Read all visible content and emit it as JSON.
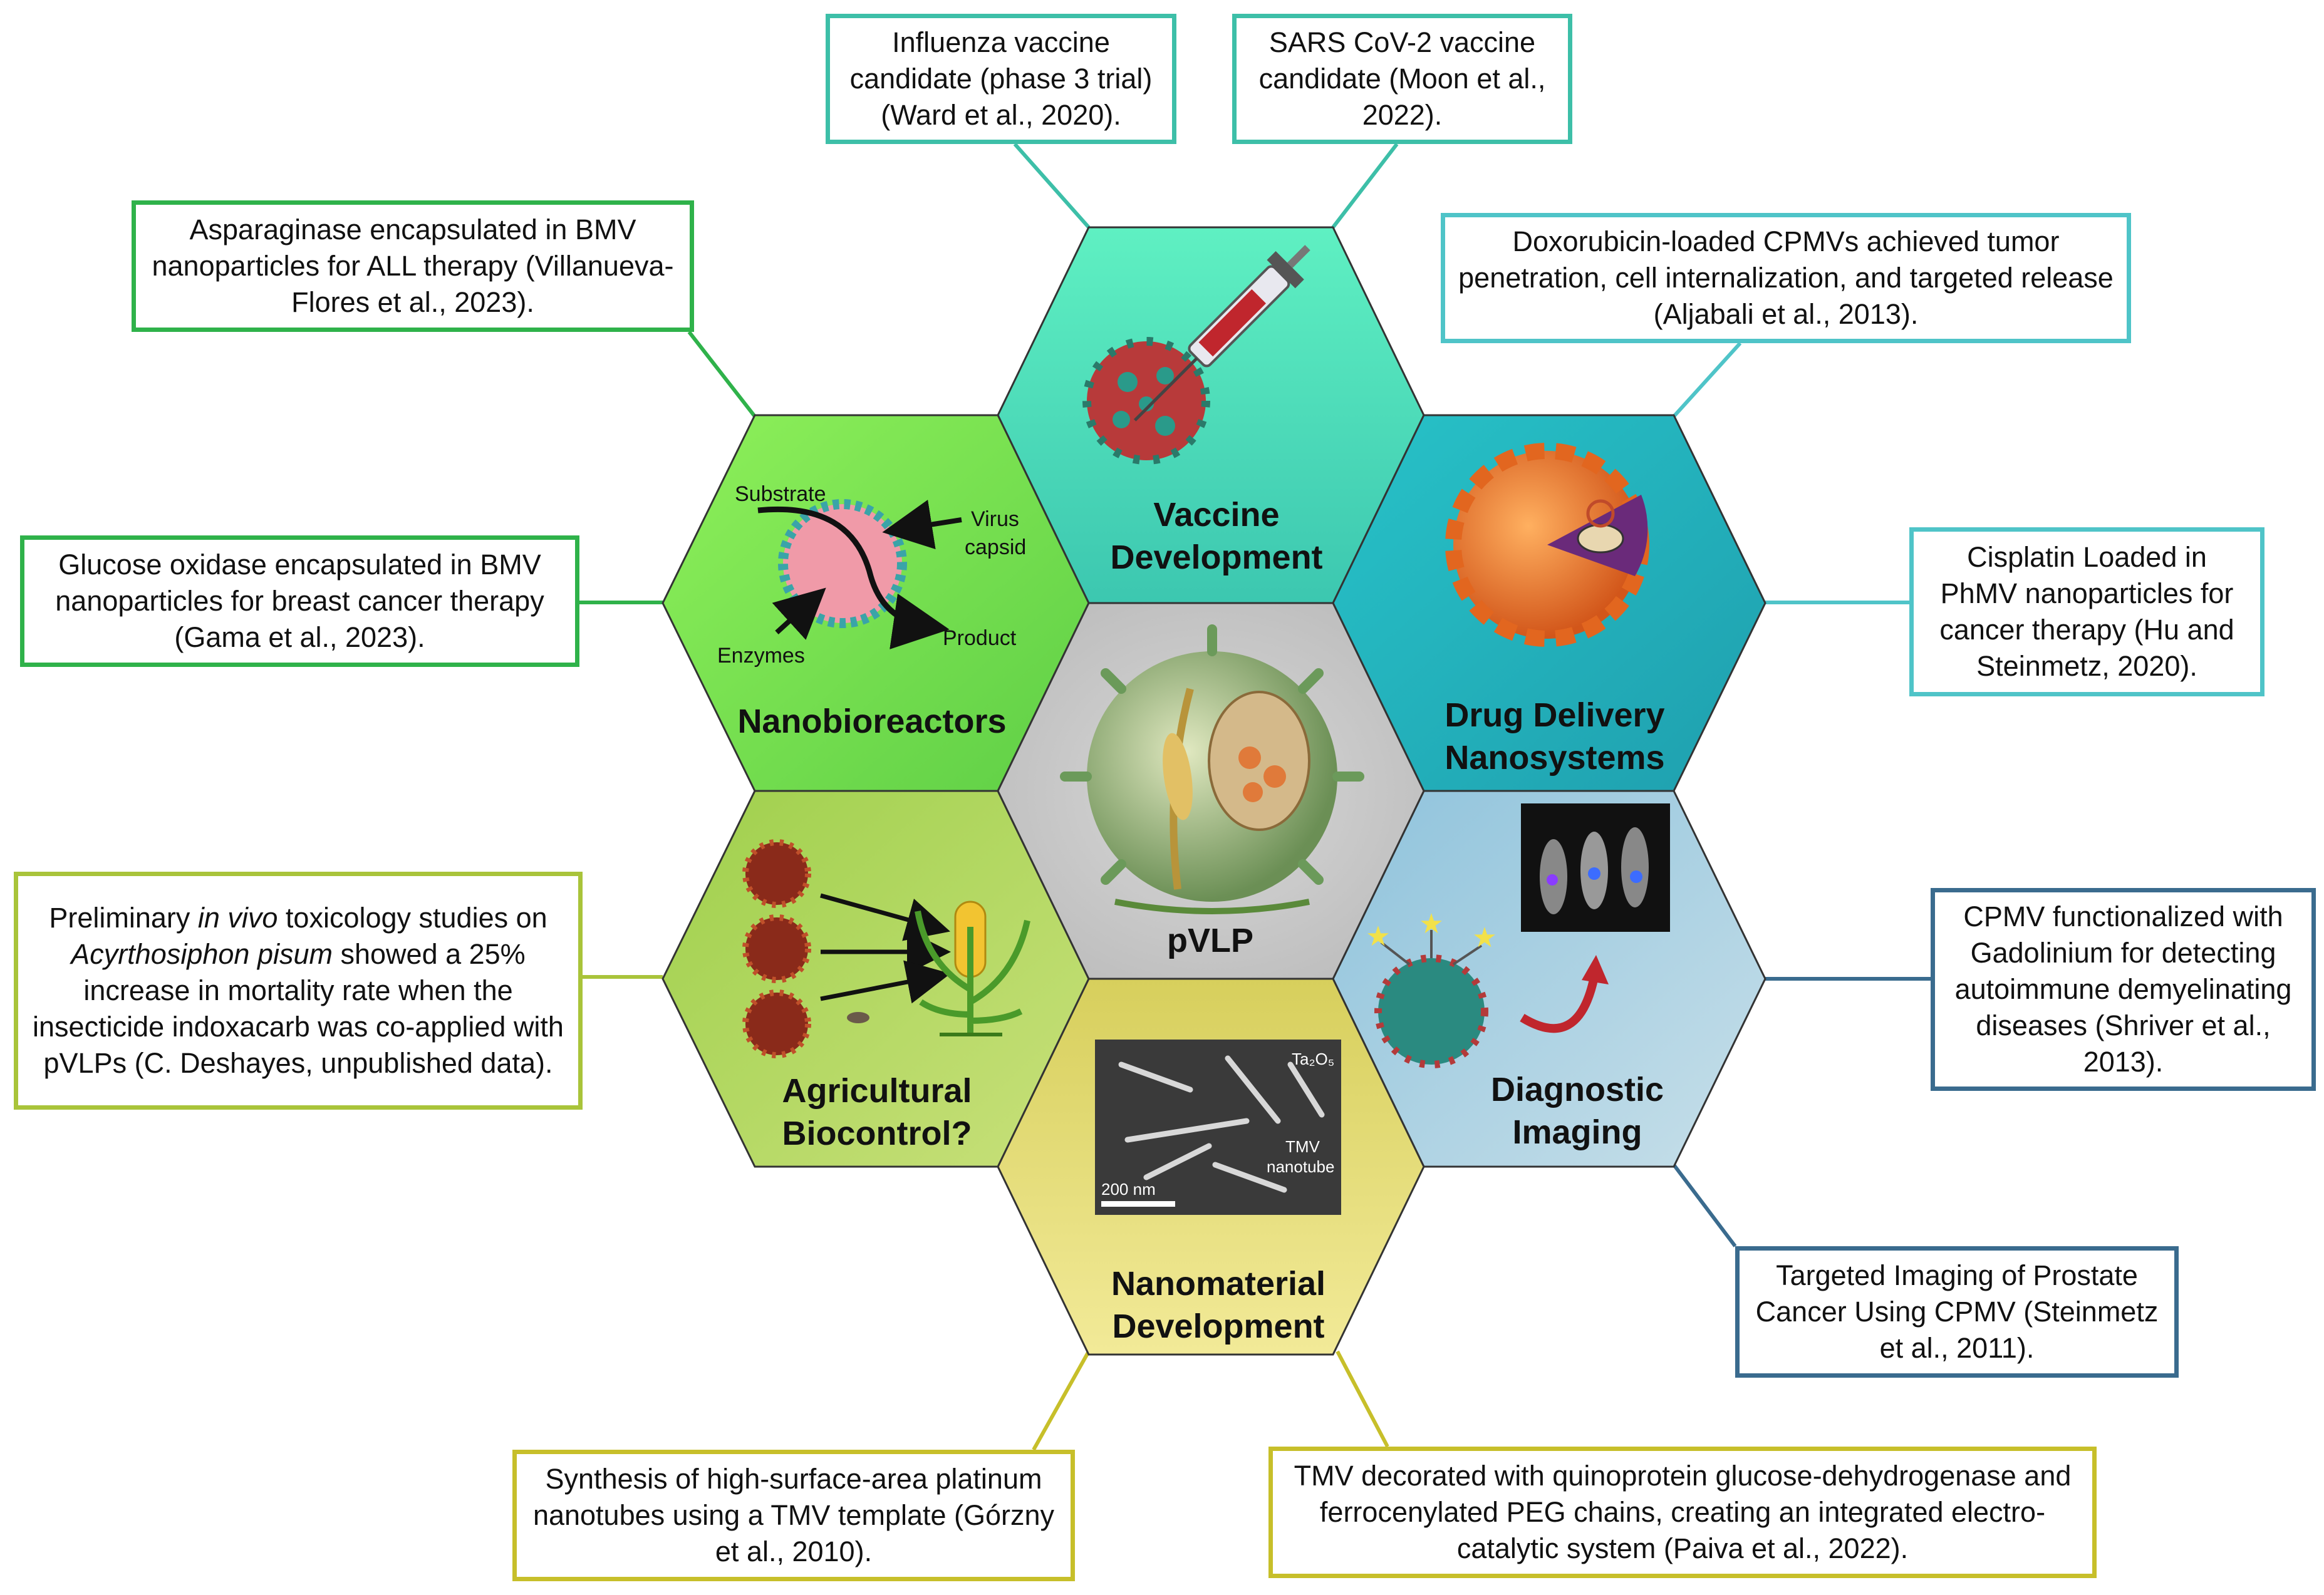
{
  "center": {
    "title": "pVLP"
  },
  "hexagons": {
    "vaccine": {
      "label_line1": "Vaccine",
      "label_line2": "Development",
      "color": "#4fdcb8"
    },
    "drug": {
      "label_line1": "Drug Delivery",
      "label_line2": "Nanosystems",
      "color": "#2fb9c0"
    },
    "diagnostic": {
      "label_line1": "Diagnostic",
      "label_line2": "Imaging",
      "color": "#9ec9de"
    },
    "nanomaterial": {
      "label_line1": "Nanomaterial",
      "label_line2": "Development",
      "color": "#e4dc7a"
    },
    "agricultural": {
      "label_line1": "Agricultural",
      "label_line2": "Biocontrol?",
      "color": "#b2d85a"
    },
    "nanobioreactor": {
      "label_line1": "Nanobioreactors",
      "color": "#7fdc58",
      "diagram": {
        "substrate": "Substrate",
        "virus_line1": "Virus",
        "virus_line2": "capsid",
        "enzymes": "Enzymes",
        "product": "Product"
      }
    }
  },
  "micrograph": {
    "label_ta": "Ta₂O₅",
    "label_tmv1": "TMV",
    "label_tmv2": "nanotube",
    "scale": "200 nm"
  },
  "boxes": {
    "influenza": {
      "text": "Influenza vaccine candidate (phase 3 trial) (Ward et al., 2020).",
      "color": "#3dbfa8"
    },
    "sars": {
      "text": "SARS CoV-2 vaccine candidate (Moon et al., 2022).",
      "color": "#3dbfa8"
    },
    "doxorubicin": {
      "text": "Doxorubicin-loaded CPMVs achieved tumor penetration, cell internalization, and targeted release (Aljabali et al., 2013).",
      "color": "#4fc4c8"
    },
    "cisplatin": {
      "text": "Cisplatin Loaded in PhMV nanoparticles for cancer therapy (Hu and Steinmetz, 2020).",
      "color": "#4fc4c8"
    },
    "cpmv_gd": {
      "text": "CPMV functionalized with Gadolinium for detecting autoimmune demyelinating diseases (Shriver et al., 2013).",
      "color": "#3a6b8e"
    },
    "prostate": {
      "text": "Targeted Imaging of Prostate Cancer Using CPMV (Steinmetz et al., 2011).",
      "color": "#3a6b8e"
    },
    "tmv_gdh": {
      "text": "TMV decorated with quinoprotein glucose-dehydrogenase and ferrocenylated PEG chains, creating an integrated electro-catalytic system (Paiva et al., 2022).",
      "color": "#c7bf2a"
    },
    "platinum": {
      "text": "Synthesis of high-surface-area platinum nanotubes using a TMV template (Górzny et al., 2010).",
      "color": "#c7bf2a"
    },
    "agri_tox": {
      "pre": "Preliminary ",
      "em1": "in vivo",
      "mid1": " toxicology studies on ",
      "em2": "Acyrthosiphon pisum",
      "post": " showed a 25% increase in mortality rate when the insecticide indoxacarb was co-applied with pVLPs (C. Deshayes, unpublished data).",
      "color": "#a9c43a"
    },
    "glucose": {
      "text": "Glucose oxidase encapsulated in BMV nanoparticles for breast cancer therapy (Gama et al., 2023).",
      "color": "#2fb24a"
    },
    "asparaginase": {
      "text": "Asparaginase encapsulated in BMV nanoparticles for ALL therapy (Villanueva-Flores et al., 2023).",
      "color": "#2fb24a"
    }
  }
}
